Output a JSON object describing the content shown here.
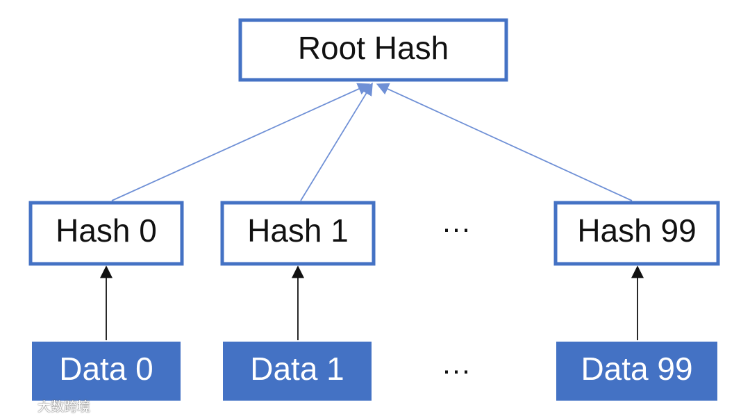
{
  "diagram": {
    "root": {
      "label": "Root Hash"
    },
    "hashes": [
      {
        "label": "Hash 0"
      },
      {
        "label": "Hash 1"
      },
      {
        "label": "Hash 99"
      }
    ],
    "data": [
      {
        "label": "Data 0"
      },
      {
        "label": "Data 1"
      },
      {
        "label": "Data 99"
      }
    ],
    "ellipsis": "···",
    "colors": {
      "accent": "#4472c4",
      "edge_top": "#6f90d6",
      "edge_bottom": "#111111",
      "box_fill": "#ffffff",
      "data_fill": "#4472c4"
    }
  },
  "watermark": {
    "icon": "logo-icon",
    "text": "大数跨境"
  }
}
